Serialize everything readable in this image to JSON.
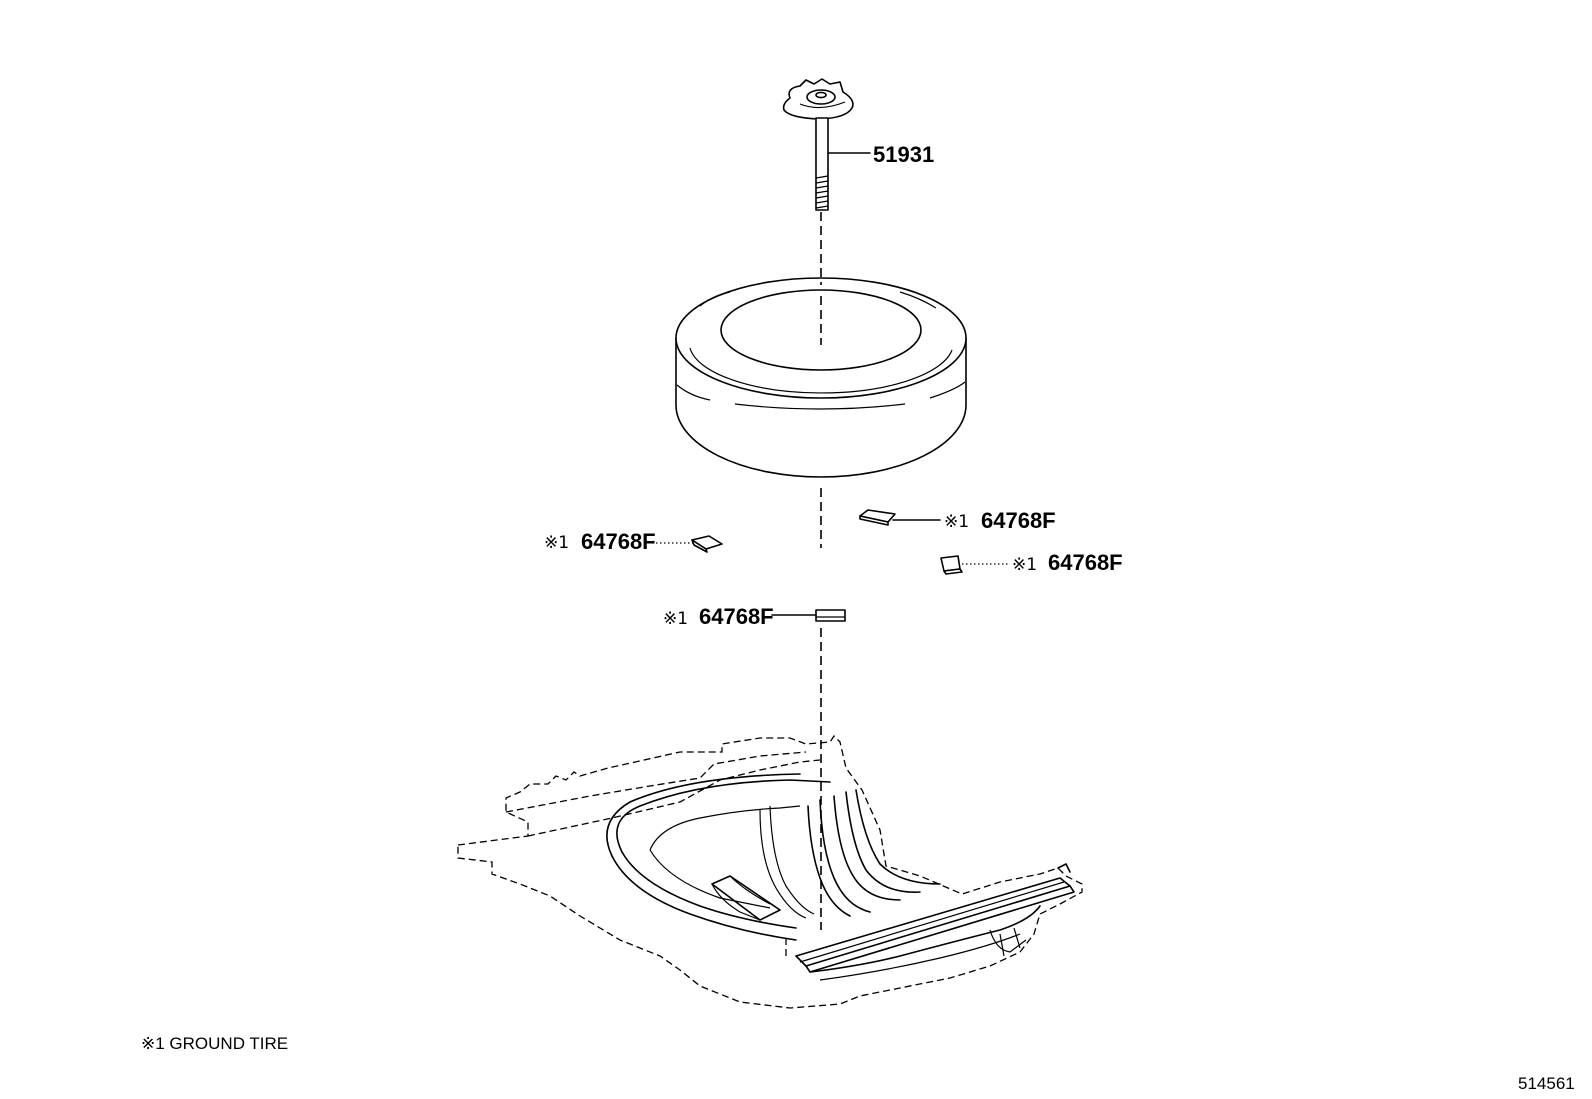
{
  "labels": {
    "hold_down_bolt": {
      "part_no": "51931"
    },
    "mat_upper_right": {
      "mark": "※1",
      "part_no": "64768F"
    },
    "mat_left": {
      "mark": "※1",
      "part_no": "64768F"
    },
    "mat_right": {
      "mark": "※1",
      "part_no": "64768F"
    },
    "mat_center": {
      "mark": "※1",
      "part_no": "64768F"
    }
  },
  "footnote": "※1 GROUND TIRE",
  "illustration_id": "514561"
}
